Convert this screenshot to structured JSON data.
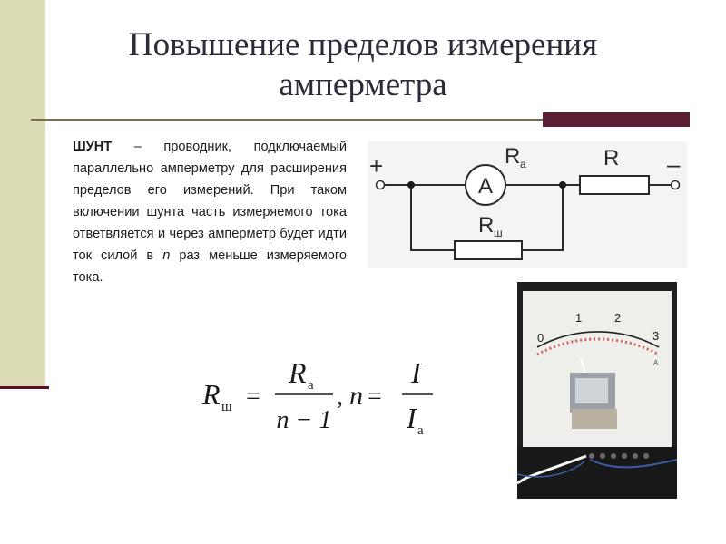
{
  "slide": {
    "title_line1": "Повышение пределов измерения",
    "title_line2": "амперметра",
    "term": "ШУНТ",
    "definition": "– проводник, подключаемый параллельно амперметру для расширения пределов его измерений. При таком включении шунта часть измеряемого тока ответвляется и через амперметр будет идти ток силой в",
    "n_symbol": "n",
    "definition_end": "раз меньше измеряемого тока."
  },
  "circuit": {
    "plus": "+",
    "minus": "–",
    "ammeter": "A",
    "ra_main": "R",
    "ra_sub": "а",
    "r": "R",
    "rsh_main": "R",
    "rsh_sub": "ш"
  },
  "formula": {
    "lhs_main": "R",
    "lhs_sub": "ш",
    "eq1": "=",
    "num1_main": "R",
    "num1_sub": "а",
    "den1": "n − 1",
    "comma": ",",
    "n": "n",
    "eq2": "=",
    "num2": "I",
    "den2_main": "I",
    "den2_sub": "а"
  },
  "meter": {
    "scale_labels": [
      "0",
      "1",
      "2",
      "3"
    ],
    "unit_mark": "A"
  },
  "colors": {
    "sidebar": "#dcdcb4",
    "accent": "#5b1f35",
    "rule": "#7a6a4e"
  }
}
